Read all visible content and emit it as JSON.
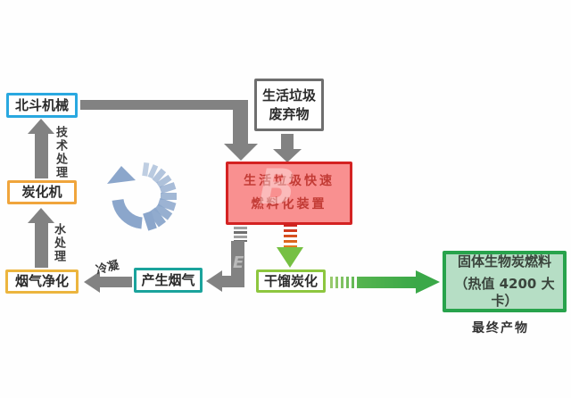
{
  "diagram": {
    "nodes": {
      "beidou": {
        "label": "北斗机械",
        "border_color": "#29a8e0"
      },
      "tanhuaji": {
        "label": "炭化机",
        "border_color": "#f0a53c"
      },
      "yanqi_jinghua": {
        "label": "烟气净化",
        "border_color": "#ecb53e"
      },
      "chansheng_yanqi": {
        "label": "产生烟气",
        "border_color": "#1ba39c"
      },
      "shenghuo_laji": {
        "line1": "生活垃圾",
        "line2": "废弃物",
        "border_color": "#6e6e6e"
      },
      "ranliaohua_zhuangzhi": {
        "line1": "生活垃圾快速",
        "line2": "燃料化装置",
        "border_color": "#d42222",
        "fill_color": "#f99090"
      },
      "ganliu_tanhua": {
        "label": "干馏炭化",
        "border_color": "#8dc63f"
      },
      "final_product": {
        "line1": "固体生物炭燃料",
        "line2": "（热值 4200 大卡）",
        "border_color": "#28a34c",
        "fill_color": "#b6dec5"
      }
    },
    "edge_labels": {
      "tech": "技术处理",
      "water": "水处理",
      "condense": "冷凝"
    },
    "caption": "最终产物",
    "watermark": {
      "b": "B",
      "e": "E"
    },
    "arrow_colors": {
      "gray": "#828282",
      "green": "#3aa848"
    }
  }
}
